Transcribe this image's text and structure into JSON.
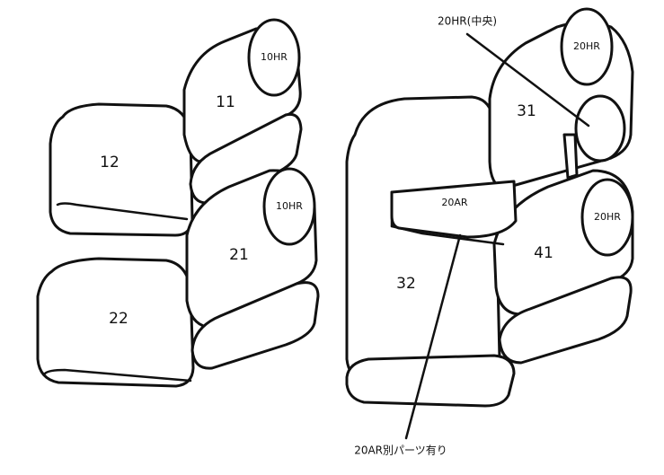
{
  "parts": {
    "seat_11": "11",
    "seat_12": "12",
    "seat_21": "21",
    "seat_22": "22",
    "seat_31": "31",
    "seat_32": "32",
    "seat_41": "41",
    "headrest_front_upper": "10HR",
    "headrest_front_lower": "10HR",
    "headrest_rear_top": "20HR",
    "headrest_rear_lower": "20HR",
    "armrest": "20AR"
  },
  "callouts": {
    "center_headrest": "20HR(中央)",
    "armrest_note": "20AR別パーツ有り"
  },
  "colors": {
    "stroke": "#111111",
    "fill": "#ffffff"
  }
}
